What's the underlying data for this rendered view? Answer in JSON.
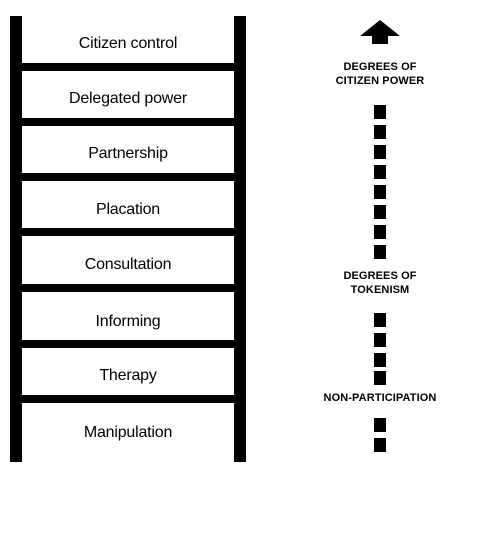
{
  "ladder": {
    "rungs": [
      "Citizen control",
      "Delegated power",
      "Partnership",
      "Placation",
      "Consultation",
      "Informing",
      "Therapy",
      "Manipulation"
    ]
  },
  "scale": {
    "arrow": "up-arrow-icon",
    "bands": [
      {
        "line1": "DEGREES OF",
        "line2": "CITIZEN POWER"
      },
      {
        "line1": "DEGREES OF",
        "line2": "TOKENISM"
      },
      {
        "line1": "NON-PARTICIPATION",
        "line2": ""
      }
    ]
  },
  "colors": {
    "ink": "#000000",
    "paper": "#ffffff"
  }
}
